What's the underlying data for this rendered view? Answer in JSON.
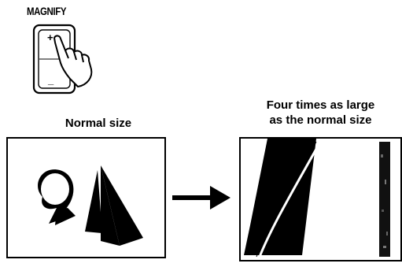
{
  "magnify": {
    "label": "MAGNIFY",
    "plus": "+",
    "minus": "_"
  },
  "normal": {
    "caption": "Normal size"
  },
  "large": {
    "caption_line1": "Four times as large",
    "caption_line2": "as the normal size"
  },
  "colors": {
    "ink": "#000000",
    "paper": "#ffffff"
  }
}
